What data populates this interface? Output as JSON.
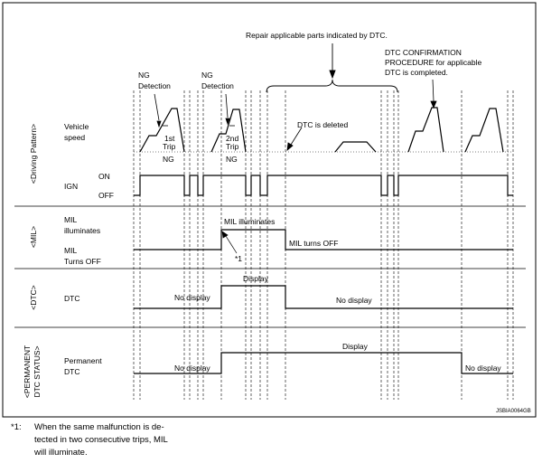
{
  "header": {
    "repair_note": "Repair applicable parts indicated by DTC.",
    "dtc_confirmation_line1": "DTC CONFIRMATION",
    "dtc_confirmation_line2": "PROCEDURE for applicable",
    "dtc_confirmation_line3": "DTC is completed.",
    "ng_detection_1_line1": "NG",
    "ng_detection_1_line2": "Detection",
    "ng_detection_2_line1": "NG",
    "ng_detection_2_line2": "Detection"
  },
  "driving_pattern": {
    "section_label": "<Driving Pattern>",
    "row_label_line1": "Vehicle",
    "row_label_line2": "speed",
    "trip1_line1": "1st",
    "trip1_line2": "Trip",
    "trip1_line3": "NG",
    "trip2_line1": "2nd",
    "trip2_line2": "Trip",
    "trip2_line3": "NG",
    "dtc_deleted": "DTC is deleted"
  },
  "ign": {
    "row_label": "IGN",
    "on_label": "ON",
    "off_label": "OFF"
  },
  "mil": {
    "section_label": "<MIL>",
    "illuminates_line1": "MIL",
    "illuminates_line2": "illuminates",
    "turns_off_line1": "MIL",
    "turns_off_line2": "Turns OFF",
    "state_illuminates": "MIL illuminates",
    "state_turns_off": "MIL turns OFF",
    "note_ref": "*1"
  },
  "dtc": {
    "section_label": "<DTC>",
    "row_label": "DTC",
    "no_display_1": "No display",
    "display": "Display",
    "no_display_2": "No display"
  },
  "permanent_dtc": {
    "section_label_line1": "<PERMANENT",
    "section_label_line2": "DTC STATUS>",
    "row_label_line1": "Permanent",
    "row_label_line2": "DTC",
    "no_display_1": "No display",
    "display": "Display",
    "no_display_2": "No display"
  },
  "figure_code": "JSBIA0064GB",
  "footnote": {
    "marker": "*1:",
    "line1": "When the same malfunction is de-",
    "line2": "tected in two consecutive trips, MIL",
    "line3": "will illuminate."
  }
}
